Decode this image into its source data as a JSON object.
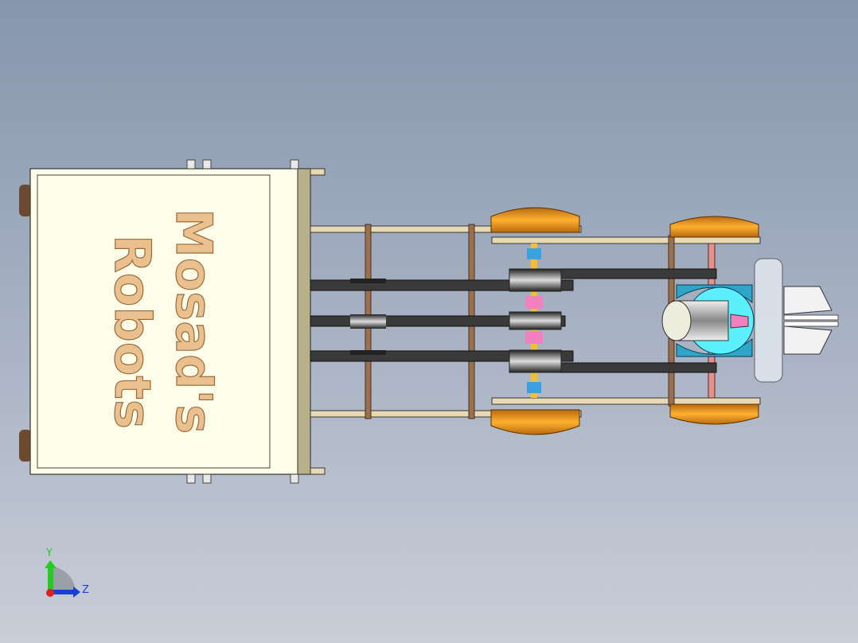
{
  "viewport": {
    "model_label_line1": "Mosad's",
    "model_label_line2": "Robots"
  },
  "triad": {
    "y_label": "Y",
    "z_label": "Z",
    "y_color": "#22cc22",
    "z_color": "#1a3fd6",
    "x_color": "#e02020"
  },
  "colors": {
    "body_panel": "#fdfde9",
    "rail": "#e6d9b4",
    "belt": "#3a3a3a",
    "wheel": "#f0a020",
    "rod": "#9a7050",
    "gear": "#2fa6c8",
    "hub": "#5cf0ff",
    "coupler": "#f080c0"
  }
}
